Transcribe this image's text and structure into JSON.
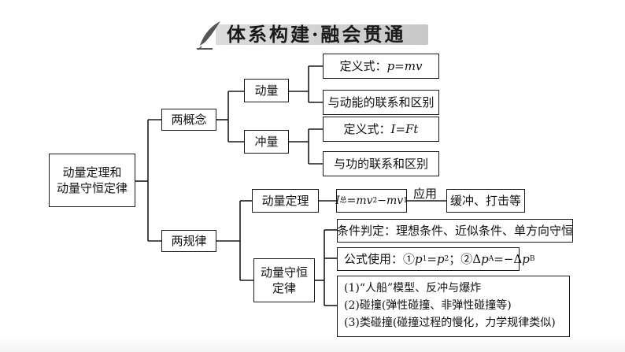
{
  "header": {
    "title": "体系构建·融会贯通"
  },
  "root": {
    "line1": "动量定理和",
    "line2": "动量守恒定律"
  },
  "branches": {
    "concepts": "两概念",
    "laws": "两规律"
  },
  "concepts": {
    "momentum": "动量",
    "impulse": "冲量",
    "momentum_def_label": "定义式：",
    "momentum_def_formula": "p=mv",
    "momentum_relation": "与动能的联系和区别",
    "impulse_def_label": "定义式：",
    "impulse_def_formula": "I=Ft",
    "impulse_relation": "与功的联系和区别"
  },
  "laws": {
    "theorem": "动量定理",
    "theorem_formula_I": "I",
    "theorem_formula_sub": "总",
    "theorem_formula_rest1": "=mv",
    "theorem_formula_sub2": "2",
    "theorem_formula_rest2": "−mv",
    "theorem_formula_sub1": "1",
    "apply_label": "应用",
    "applications": "缓冲、打击等",
    "conservation_line1": "动量守恒",
    "conservation_line2": "定律",
    "conditions": "条件判定：理想条件、近似条件、单方向守恒",
    "formula_label": "公式使用：①",
    "formula_p1": "p",
    "formula_p1_sub": "1",
    "formula_eq": "=",
    "formula_p2": "p",
    "formula_p2_sub": "2",
    "formula_sep": "；②Δ",
    "formula_pa": "p",
    "formula_pa_sub": "A",
    "formula_eq2": "=−Δ",
    "formula_pb": "p",
    "formula_pb_sub": "B",
    "models": [
      "(1)“人船”模型、反冲与爆炸",
      "(2)碰撞(弹性碰撞、非弹性碰撞等)",
      "(3)类碰撞(碰撞过程的慢化，力学规律类似)"
    ]
  }
}
